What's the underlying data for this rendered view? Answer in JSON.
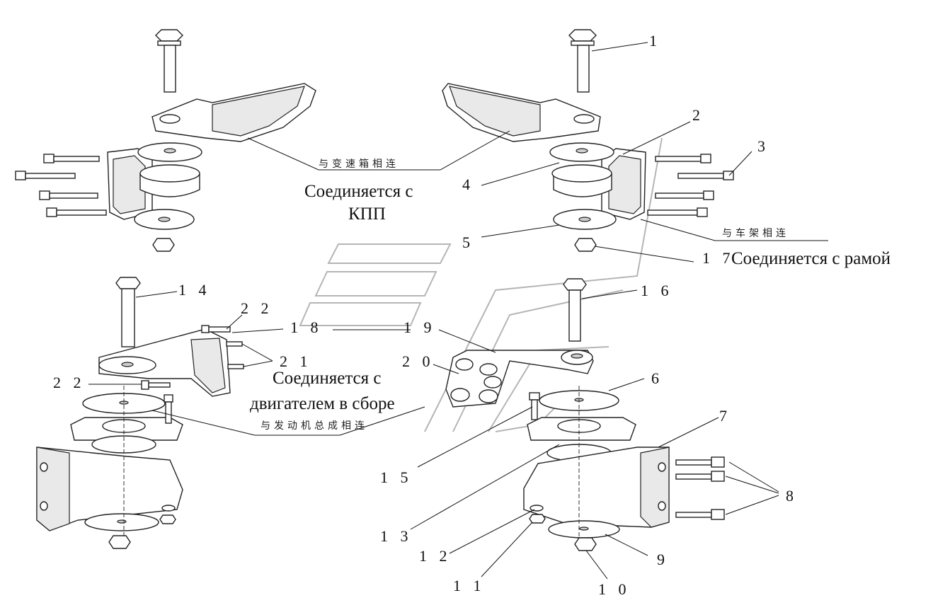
{
  "callouts": {
    "n1": "1",
    "n2": "2",
    "n3": "3",
    "n4": "4",
    "n5": "5",
    "n6": "6",
    "n7": "7",
    "n8": "8",
    "n9": "9",
    "n10": "1 0",
    "n11": "1 1",
    "n12": "1 2",
    "n13": "1 3",
    "n14": "1 4",
    "n15": "1 5",
    "n16": "1 6",
    "n17": "1 7",
    "n18": "1 8",
    "n19": "1 9",
    "n20": "2 0",
    "n21": "2 1",
    "n22a": "2 2",
    "n22b": "2 2"
  },
  "labels": {
    "cn_gearbox": "与变速箱相连",
    "cn_frame": "与车架相连",
    "cn_engine": "与发动机总成相连",
    "ru_gearbox_1": "Соединяется с",
    "ru_gearbox_2": "КПП",
    "ru_frame": "Соединяется с рамой",
    "ru_engine_1": "Соединяется с",
    "ru_engine_2": "двигателем в сборе"
  }
}
